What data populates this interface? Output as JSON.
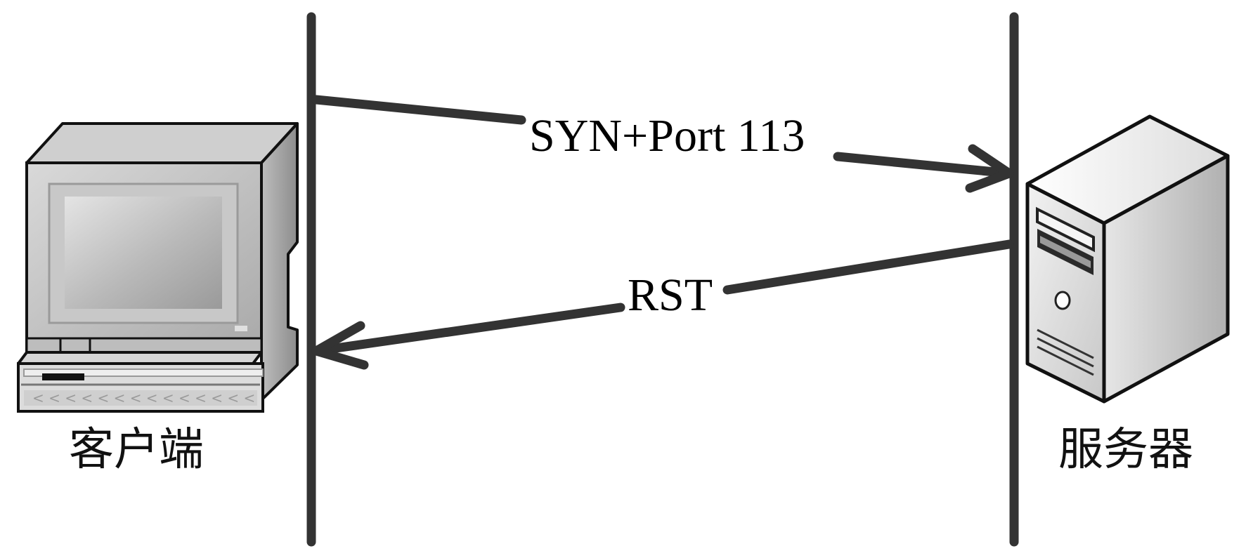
{
  "nodes": {
    "client": {
      "label": "客户端",
      "icon": "desktop-computer-icon"
    },
    "server": {
      "label": "服务器",
      "icon": "server-tower-icon"
    }
  },
  "messages": [
    {
      "label": "SYN+Port 113",
      "from": "client",
      "to": "server"
    },
    {
      "label": "RST",
      "from": "server",
      "to": "client"
    }
  ],
  "colors": {
    "line": "#333333",
    "text": "#000000",
    "background": "#ffffff"
  }
}
